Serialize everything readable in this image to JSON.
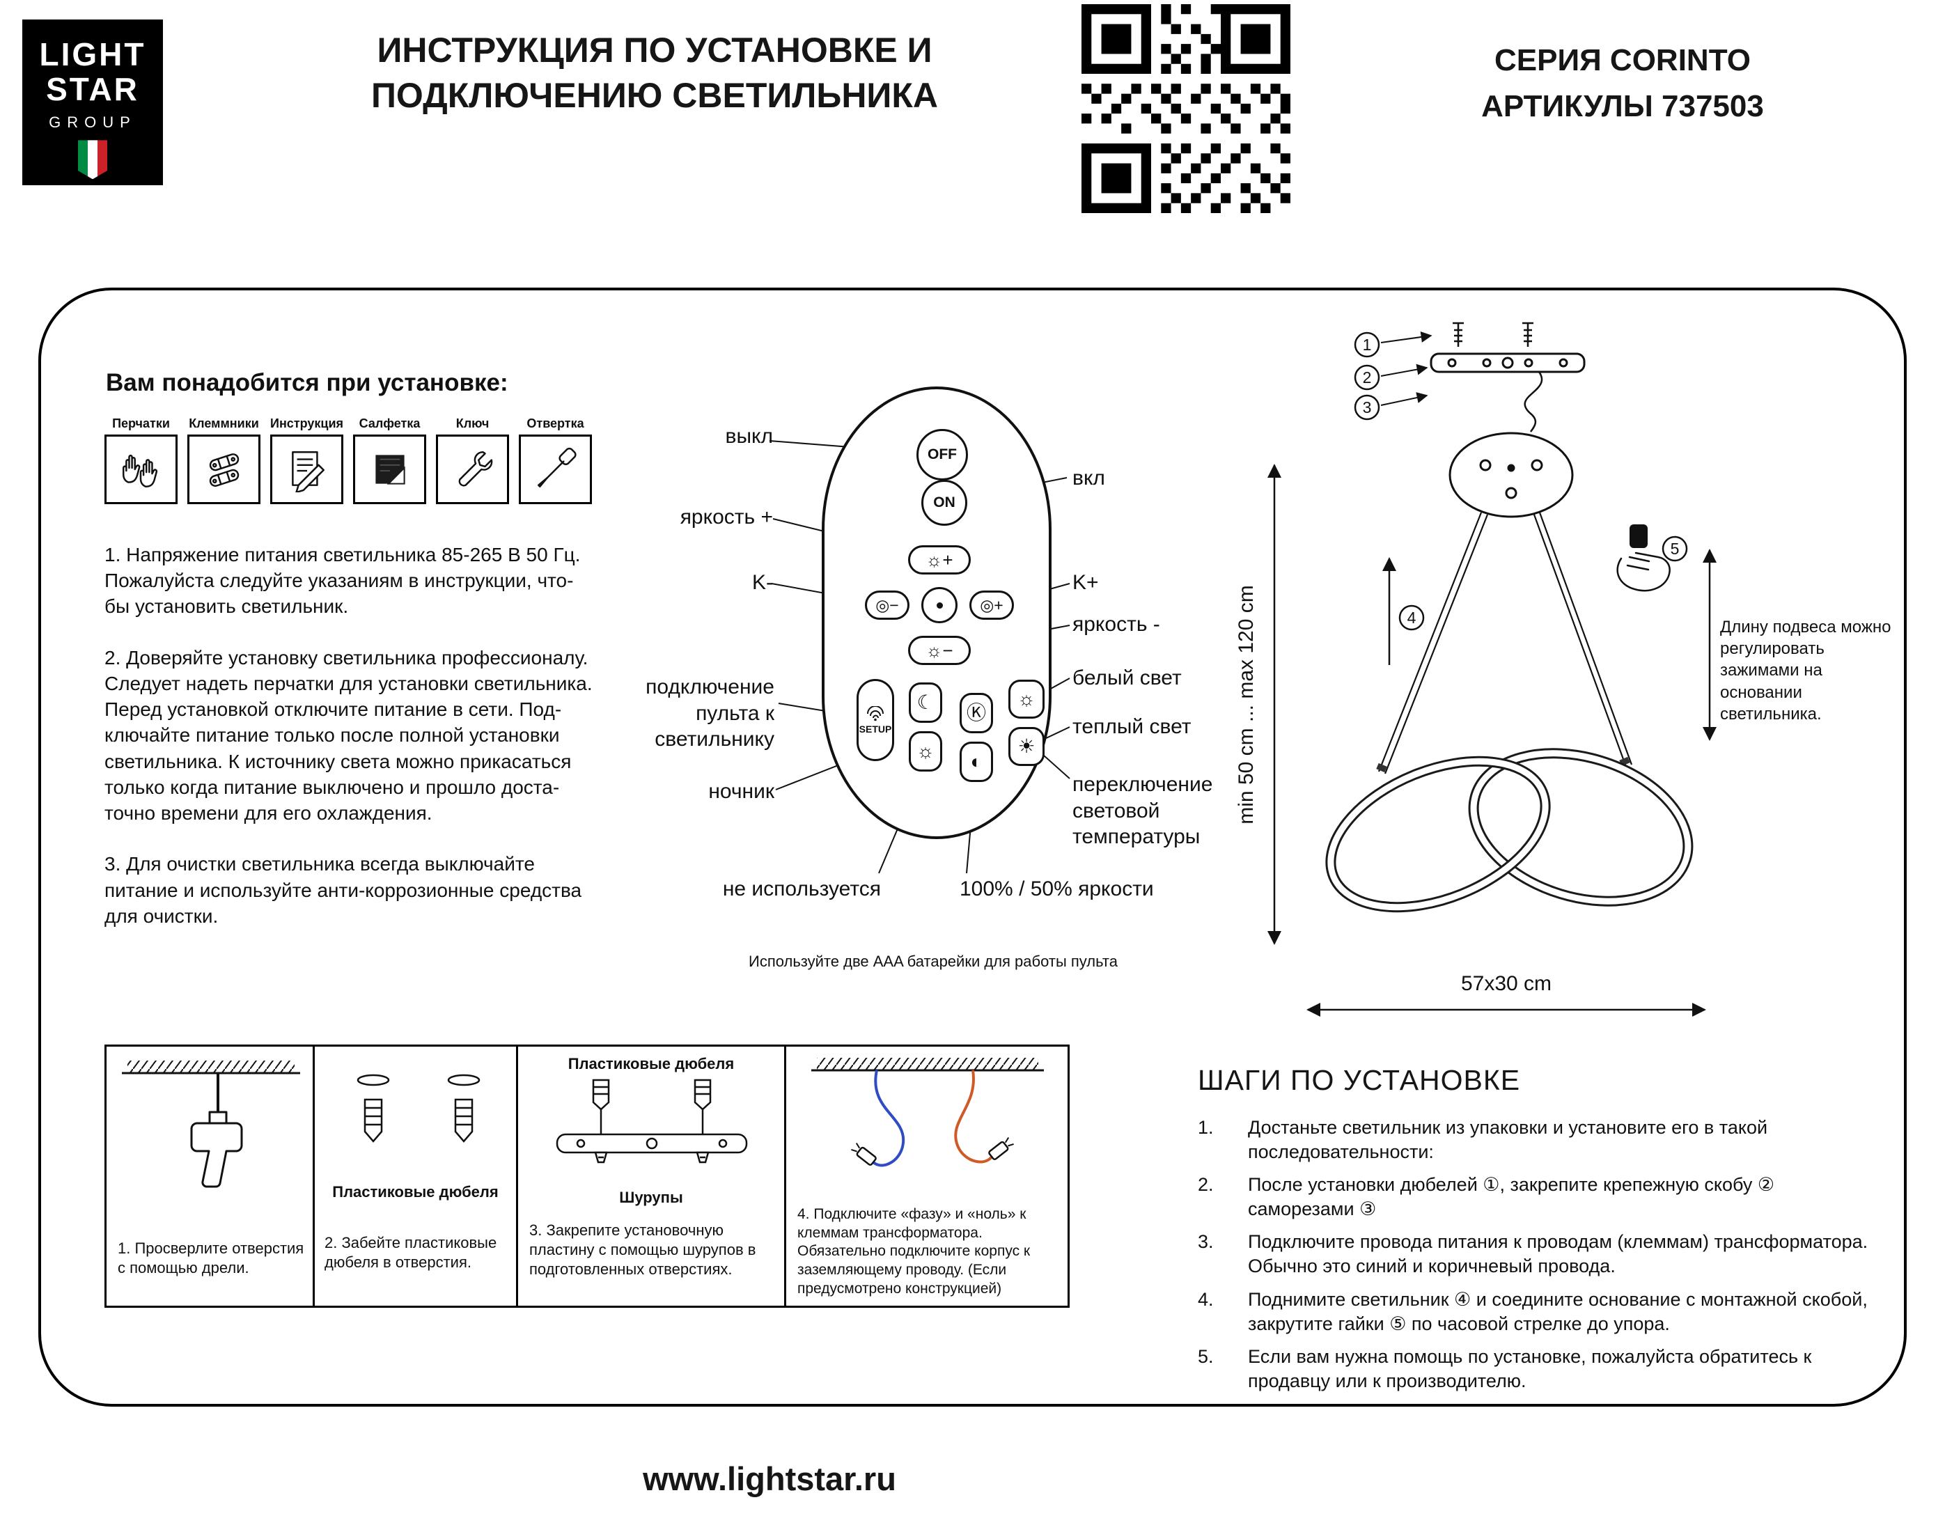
{
  "header": {
    "logo_line1": "LIGHT",
    "logo_line2": "STAR",
    "logo_line3": "GROUP",
    "title_line1": "ИНСТРУКЦИЯ ПО УСТАНОВКЕ И",
    "title_line2": "ПОДКЛЮЧЕНИЮ СВЕТИЛЬНИКА",
    "series": "СЕРИЯ CORINTO",
    "articles": "АРТИКУЛЫ 737503"
  },
  "tools": {
    "heading": "Вам понадобится при установке:",
    "items": [
      {
        "label": "Перчатки"
      },
      {
        "label": "Клеммники"
      },
      {
        "label": "Инструкция"
      },
      {
        "label": "Салфетка"
      },
      {
        "label": "Ключ"
      },
      {
        "label": "Отвертка"
      }
    ],
    "notes": [
      "1. Напряжение питания светильника 85-265 В 50 Гц. Пожалуйста следуйте указаниям в инструкции, что-бы установить светильник.",
      "2. Доверяйте установку светильника профессионалу. Следует надеть перчатки для установки светильника. Перед установкой отключите питание в сети. Под-ключайте питание только после полной установки светильника. К источнику света можно прикасаться только когда питание выключено и прошло доста-точно времени для его охлаждения.",
      "3. Для очистки светильника всегда выключайте питание и используйте анти-коррозионные средства для очистки."
    ]
  },
  "remote": {
    "labels_left": {
      "off": "выкл",
      "brightness_up": "яркость +",
      "k_minus": "K-",
      "pair": "подключение пульта к светильнику",
      "night": "ночник",
      "unused": "не используется"
    },
    "labels_right": {
      "on": "вкл",
      "k_plus": "K+",
      "brightness_down": "яркость -",
      "white": "белый свет",
      "warm": "теплый свет",
      "temp_switch": "переключение световой температуры",
      "brightness_levels": "100% / 50% яркости"
    },
    "buttons": {
      "off": "OFF",
      "on": "ON",
      "brightness_up": "☼+",
      "brightness_down": "☼−",
      "k_minus": "◎−",
      "k_plus": "◎+",
      "setup": "SETUP",
      "moon": "☾",
      "bulb": "☼",
      "k_toggle": "Ⓚ",
      "half": "◐",
      "white_sun": "☼",
      "warm_sun": "☀"
    },
    "battery_note": "Используйте две AAA батарейки для работы пульта"
  },
  "lamp": {
    "callouts": [
      "1",
      "2",
      "3",
      "4",
      "5"
    ],
    "height_range": "min 50 cm ... max 120 cm",
    "width_label": "57x30 cm",
    "adjust_note": "Длину подвеса можно регулировать зажимами на основании светильника."
  },
  "panels": [
    {
      "caption": "1. Просверлите отверстия с помощью дрели."
    },
    {
      "label": "Пластиковые дюбеля",
      "caption": "2. Забейте пластиковые дюбеля в отверстия."
    },
    {
      "label_top": "Пластиковые дюбеля",
      "label_bottom": "Шурупы",
      "caption": "3. Закрепите установочную пластину с помощью шурупов в подготовленных отверстиях."
    },
    {
      "caption": "4. Подключите «фазу» и «ноль» к клеммам трансформатора. Обязательно подключите корпус к заземляющему проводу. (Если предусмотрено конструкцией)"
    }
  ],
  "steps": {
    "heading": "ШАГИ ПО УСТАНОВКЕ",
    "items": [
      {
        "num": "1.",
        "text": "Достаньте светильник из упаковки и установите его в такой последовательности:"
      },
      {
        "num": "2.",
        "text": "После установки дюбелей ①,  закрепите крепежную скобу ②  саморезами ③"
      },
      {
        "num": "3.",
        "text": "Подключите провода питания к проводам (клеммам) трансформатора. Обычно это синий и коричневый провода."
      },
      {
        "num": "4.",
        "text": "Поднимите светильник ④ и соедините основание с монтажной скобой, закрутите гайки ⑤ по часовой стрелке до упора."
      },
      {
        "num": "5.",
        "text": "Если вам нужна помощь по установке, пожалуйста обратитесь к продавцу или к производителю."
      }
    ]
  },
  "footer": {
    "url": "www.lightstar.ru"
  },
  "colors": {
    "wire_blue": "#2f4cc4",
    "wire_orange": "#cf5a28"
  }
}
